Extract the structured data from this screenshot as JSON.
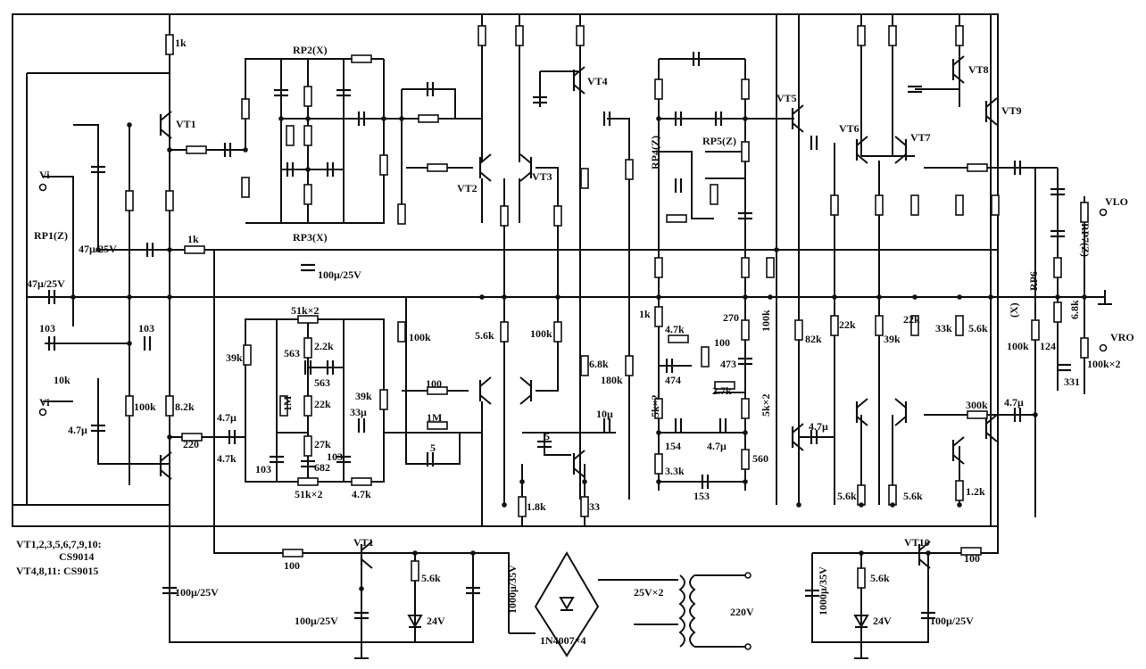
{
  "schematic": {
    "labels": {
      "vt1": "VT1",
      "vt2": "VT2",
      "vt3": "VT3",
      "vt4": "VT4",
      "vt5": "VT5",
      "vt6": "VT6",
      "vt7": "VT7",
      "vt8": "VT8",
      "vt9": "VT9",
      "vt10": "VT10",
      "vt11": "VT1",
      "rp1": "RP1(Z)",
      "rp2": "RP2(X)",
      "rp3": "RP3(X)",
      "rp4": "RP4(Z)",
      "rp5": "RP5(Z)",
      "rp6": "RP6",
      "rp7": "RP7(Z)",
      "vi_top": "Vi",
      "vi_bottom": "Vi",
      "vlo": "VLO",
      "vro": "VRO",
      "r_1k_top": "1k",
      "r_1k_mid": "1k",
      "c_47u_a": "47μ/25V",
      "c_47u_b": "47μ/25V",
      "c_103_a": "103",
      "c_103_b": "103",
      "r_10k": "10k",
      "c_4u7_a": "4.7μ",
      "r_100k_a": "100k",
      "r_8k2": "8.2k",
      "r_220": "220",
      "c_4u7_b": "4.7μ",
      "r_4k7_a": "4.7k",
      "c_100u_mid": "100μ/25V",
      "r_51k_top": "51k×2",
      "r_39k_a": "39k",
      "c_563_a": "563",
      "r_2k2": "2.2k",
      "c_563_b": "563",
      "r_1m_a": "1M",
      "r_22k_a": "22k",
      "r_39k_b": "39k",
      "c_33u": "33μ",
      "r_27k": "27k",
      "c_682": "682",
      "c_103_c": "103",
      "c_103_d": "103",
      "r_51k_bot": "51k×2",
      "r_4k7_b": "4.7k",
      "r_100k_b": "100k",
      "r_5k6_a": "5.6k",
      "r_100k_c": "100k",
      "r_100": "100",
      "r_1m_b": "1M",
      "c_5_a": "5",
      "c_5_b": "5",
      "r_1k8": "1.8k",
      "r_6k8": "6.8k",
      "r_180k": "180k",
      "c_10u": "10μ",
      "r_33": "33",
      "r_1k_c": "1k",
      "r_4k7_c": "4.7k",
      "r_100_b": "100",
      "c_474": "474",
      "r_5kx2": "5k×2",
      "r_270": "270",
      "r_100k_d": "100k",
      "c_473": "473",
      "r_2k7": "2.7k",
      "r_5kx2_b": "5k×2",
      "c_154": "154",
      "c_4u7_c": "4.7μ",
      "r_3k3": "3.3k",
      "c_153": "153",
      "r_560": "560",
      "r_82k": "82k",
      "r_22k_b": "22k",
      "r_39k_c": "39k",
      "r_22k_c": "22k",
      "r_33k": "33k",
      "r_5k6_b": "5.6k",
      "c_4u7_d": "4.7μ",
      "r_5k6_c": "5.6k",
      "r_5k6_d": "5.6k",
      "r_1k2": "1.2k",
      "r_300k": "300k",
      "c_4u7_e": "4.7μ",
      "r_100k_e": "100k",
      "r_124": "124",
      "c_331": "331",
      "r_100k_x2": "100k×2",
      "x_mark": "(X)",
      "ps_r100_a": "100",
      "ps_c100u_a": "100μ/25V",
      "ps_r5k6_a": "5.6k",
      "ps_c100u_b": "100μ/25V",
      "ps_z24_a": "24V",
      "ps_c1000u_a": "1000μ/35V",
      "ps_bridge": "1N4007×4",
      "ps_tr_sec": "25V×2",
      "ps_tr_pri": "220V",
      "ps_c1000u_b": "1000μ/35V",
      "ps_r5k6_b": "5.6k",
      "ps_z24_b": "24V",
      "ps_c100u_c": "100μ/25V",
      "ps_r100_b": "100",
      "legend_line1": "VT1,2,3,5,6,7,9,10:",
      "legend_line2": "CS9014",
      "legend_line3": "VT4,8,11: CS9015"
    }
  }
}
